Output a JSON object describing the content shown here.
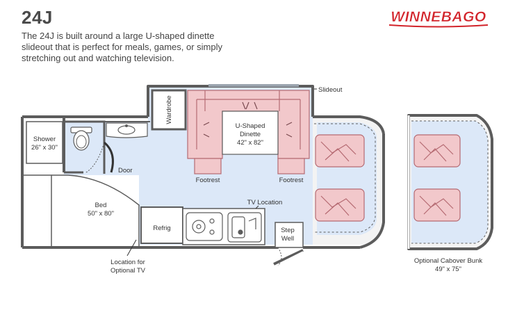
{
  "model": "24J",
  "description": "The 24J is built around a large U-shaped dinette slideout that is perfect for meals, games, or simply stretching out and watching television.",
  "brand": "WINNEBAGO",
  "colors": {
    "floor": "#dce8f8",
    "upholstery": "#f2c8cb",
    "upholstery_stroke": "#b56a72",
    "wall": "#5c5c5c",
    "brand_red": "#d2232a"
  },
  "labels": {
    "slideout": "Slideout",
    "wardrobe": "Wardrobe",
    "dinette_1": "U-Shaped",
    "dinette_2": "Dinette",
    "dinette_size": "42\" x 82\"",
    "shower": "Shower",
    "shower_size": "26\" x 30\"",
    "door": "Door",
    "footrest_left": "Footrest",
    "footrest_right": "Footrest",
    "bed": "Bed",
    "bed_size": "50\" x 80\"",
    "tv_location": "TV Location",
    "refrig": "Refrig",
    "step_1": "Step",
    "step_2": "Well",
    "opt_tv_1": "Location for",
    "opt_tv_2": "Optional TV",
    "bunk_1": "Optional Cabover Bunk",
    "bunk_2": "49\" x 75\""
  }
}
